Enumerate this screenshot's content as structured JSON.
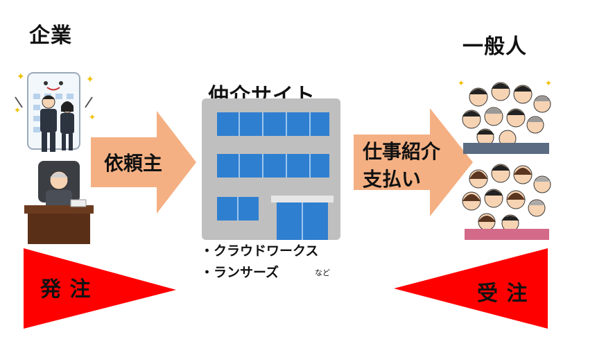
{
  "left": {
    "title": "企業",
    "arrow_label": "依頼主",
    "triangle_label": "発 注"
  },
  "center": {
    "title": "仲介サイト",
    "sites": [
      "・クラウドワークス",
      "・ランサーズ"
    ],
    "etc": "など"
  },
  "right": {
    "title": "一般人",
    "arrow_label_lines": [
      "仕事紹介",
      "支払い"
    ],
    "triangle_label": "受 注"
  },
  "colors": {
    "arrow": "#f4b083",
    "triangle": "#ff0000",
    "building": "#bfbfbf",
    "window": "#2f7fd0"
  }
}
